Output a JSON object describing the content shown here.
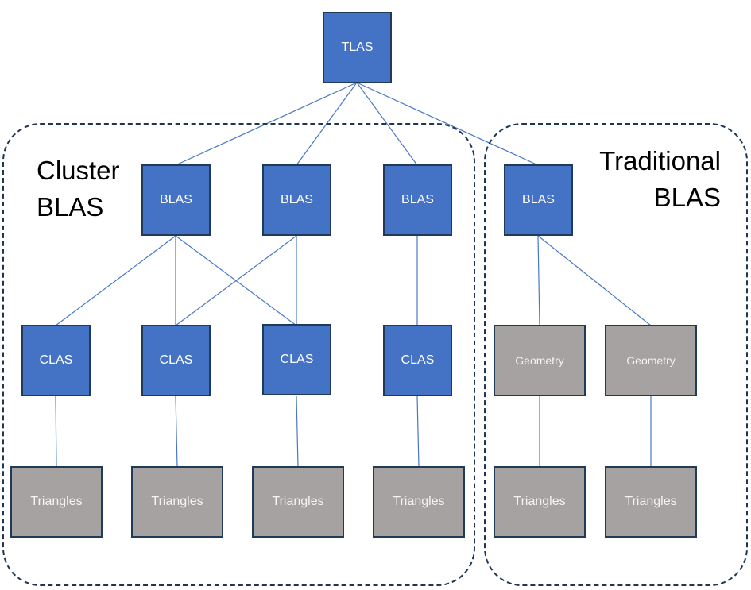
{
  "colors": {
    "blue_node": "#4472c4",
    "gray_node": "#a6a2a1",
    "node_border": "#203a5a",
    "edge": "#4a78c6",
    "group_border": "#1f3653"
  },
  "groups": {
    "cluster": {
      "line1": "Cluster",
      "line2": "BLAS"
    },
    "traditional": {
      "line1": "Traditional",
      "line2": "BLAS"
    }
  },
  "nodes": {
    "tlas": "TLAS",
    "blas": [
      "BLAS",
      "BLAS",
      "BLAS",
      "BLAS"
    ],
    "clas": [
      "CLAS",
      "CLAS",
      "CLAS",
      "CLAS"
    ],
    "geometry": [
      "Geometry",
      "Geometry"
    ],
    "triangles": [
      "Triangles",
      "Triangles",
      "Triangles",
      "Triangles",
      "Triangles",
      "Triangles"
    ]
  }
}
